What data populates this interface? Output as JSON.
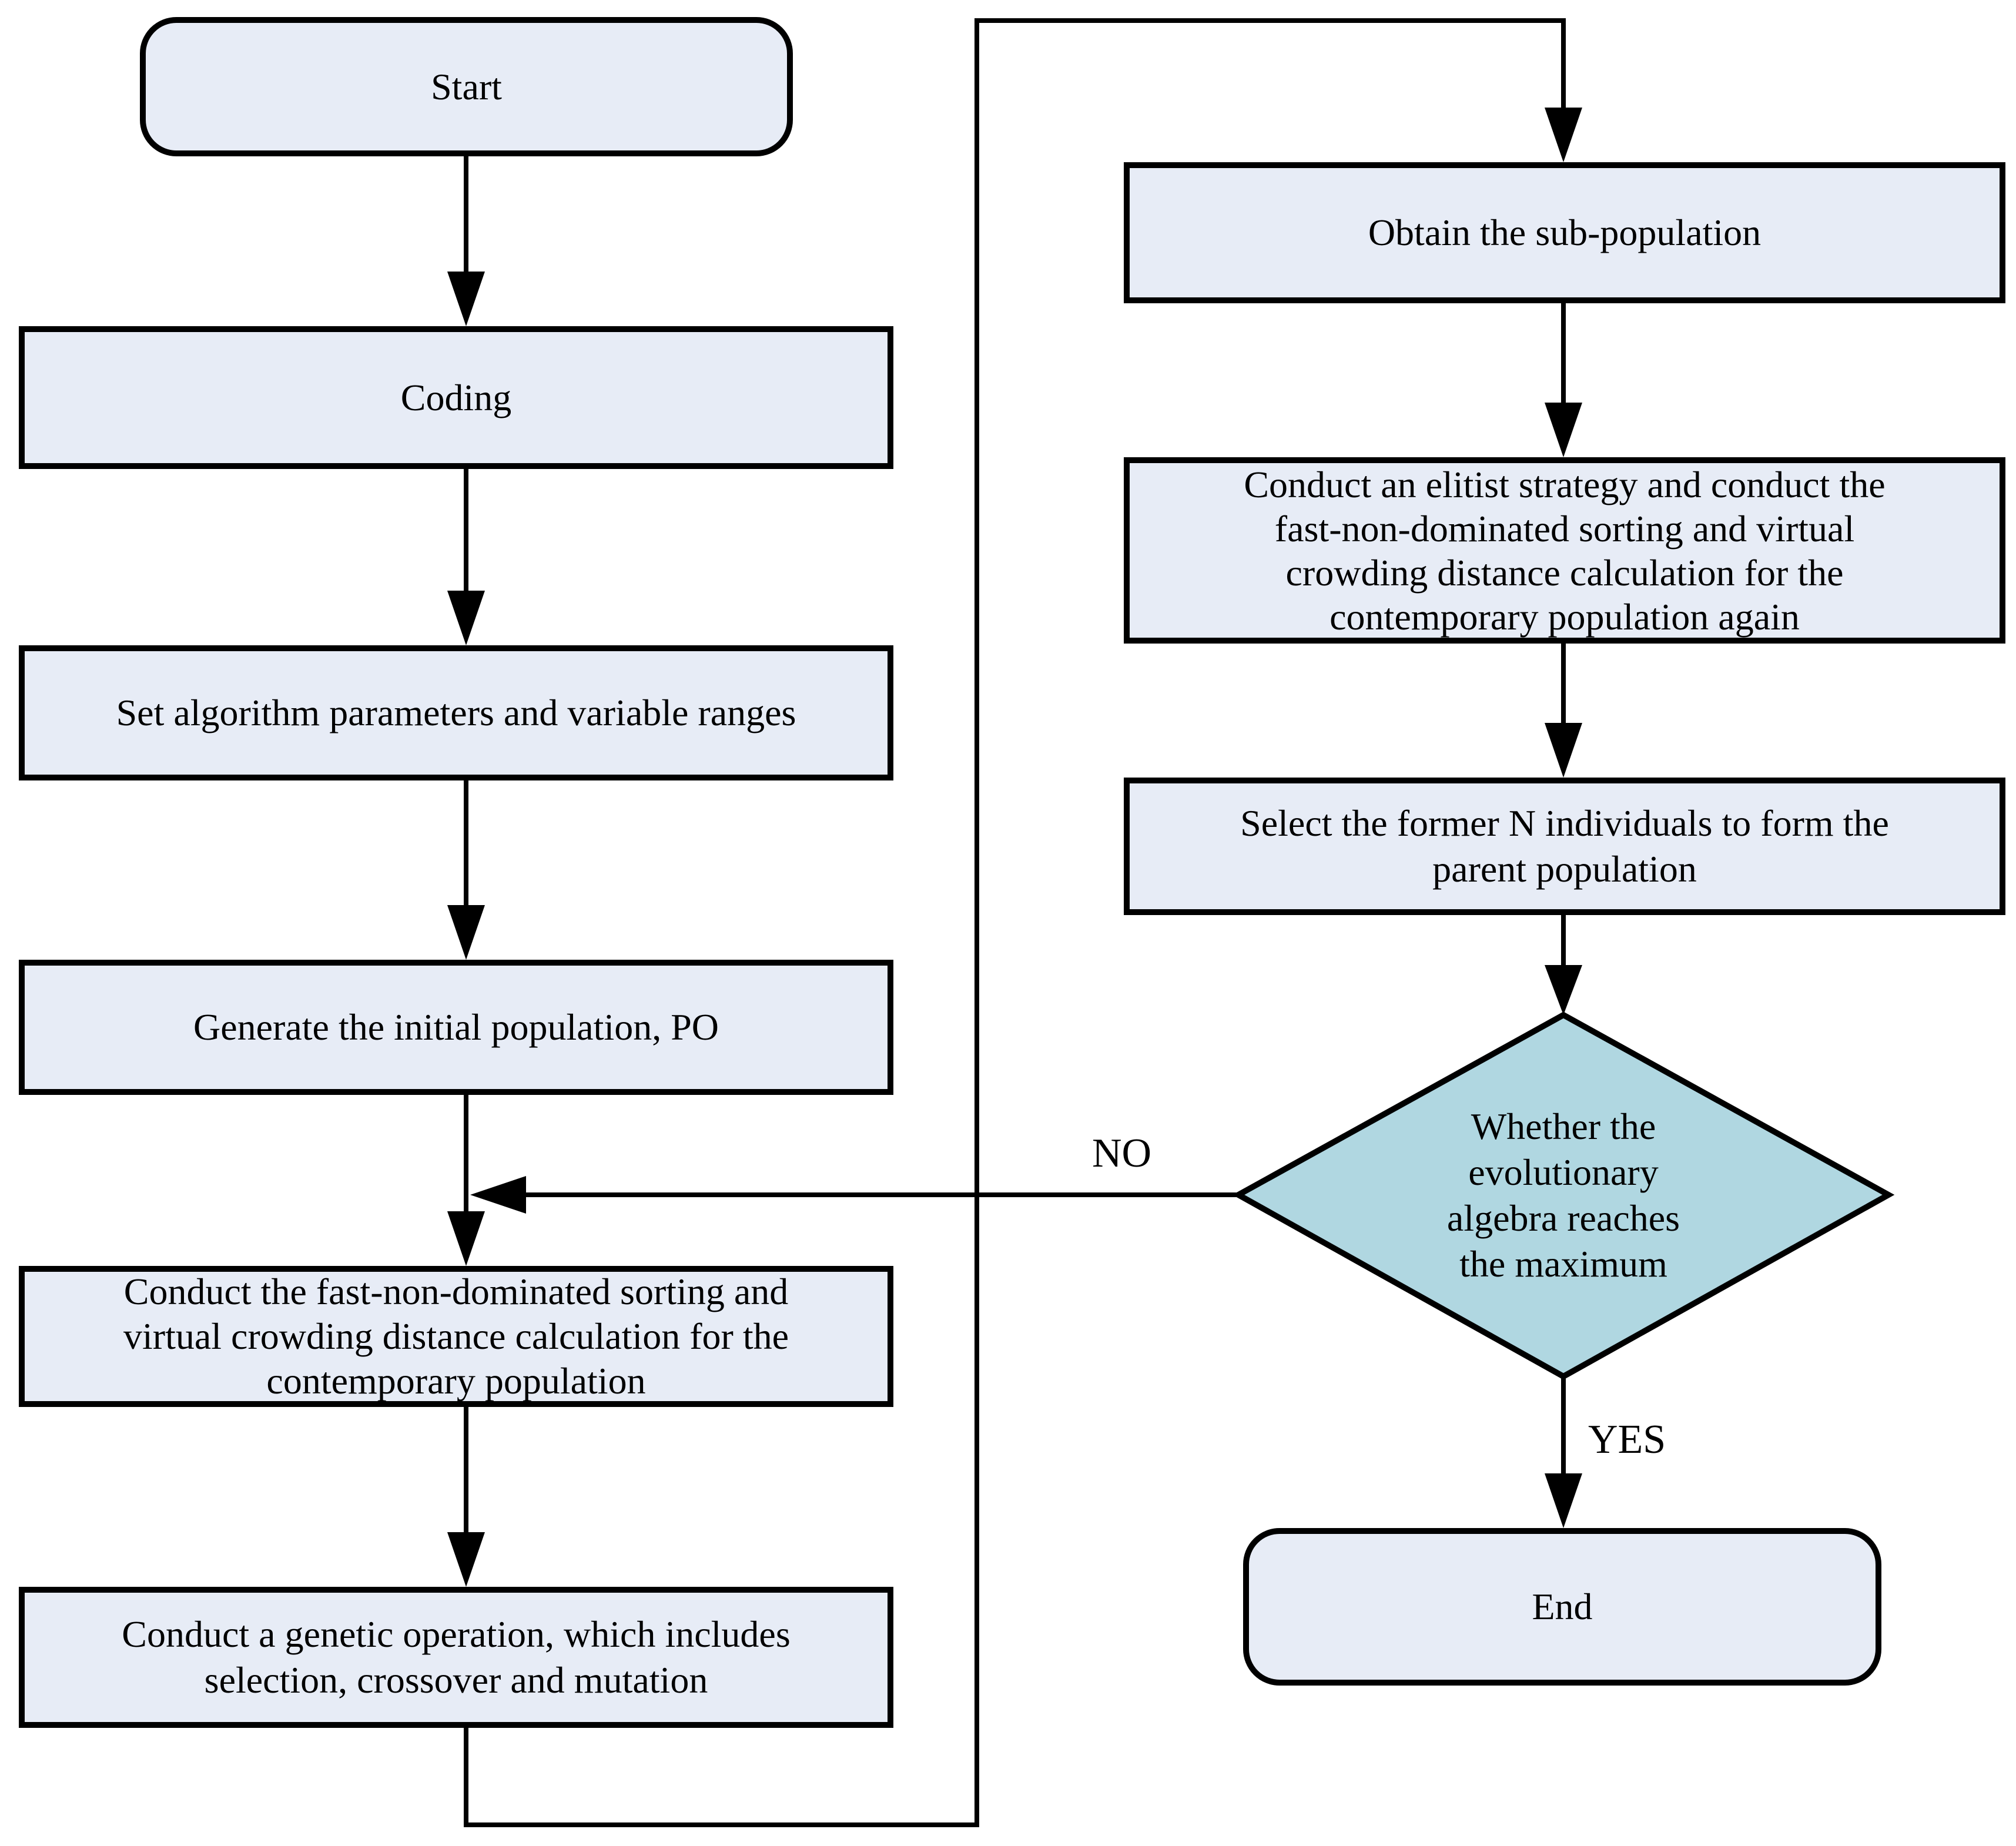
{
  "diagram": {
    "type": "flowchart",
    "nodes": {
      "start": {
        "label": "Start",
        "shape": "terminator"
      },
      "coding": {
        "label": "Coding",
        "shape": "process"
      },
      "set_params": {
        "label": "Set algorithm parameters and variable ranges",
        "shape": "process"
      },
      "generate": {
        "label": "Generate the initial population, PO",
        "shape": "process"
      },
      "fast_sort": {
        "label": "Conduct the fast-non-dominated sorting and\nvirtual crowding distance calculation for the\ncontemporary population",
        "shape": "process"
      },
      "genetic_op": {
        "label": "Conduct a genetic operation, which includes\nselection, crossover and mutation",
        "shape": "process"
      },
      "obtain": {
        "label": "Obtain the sub-population",
        "shape": "process"
      },
      "elitist": {
        "label": "Conduct an elitist strategy and conduct the\nfast-non-dominated sorting and virtual\ncrowding distance calculation for the\ncontemporary population again",
        "shape": "process"
      },
      "select_n": {
        "label": "Select the former N individuals to form the\nparent population",
        "shape": "process"
      },
      "decision": {
        "label": "Whether the\nevolutionary\nalgebra reaches\nthe maximum",
        "shape": "decision"
      },
      "end": {
        "label": "End",
        "shape": "terminator"
      }
    },
    "edge_labels": {
      "no": "NO",
      "yes": "YES"
    },
    "colors": {
      "node_fill": "#e7ecf6",
      "decision_fill": "#b0d7e1",
      "line": "#000000",
      "background": "#ffffff"
    }
  }
}
